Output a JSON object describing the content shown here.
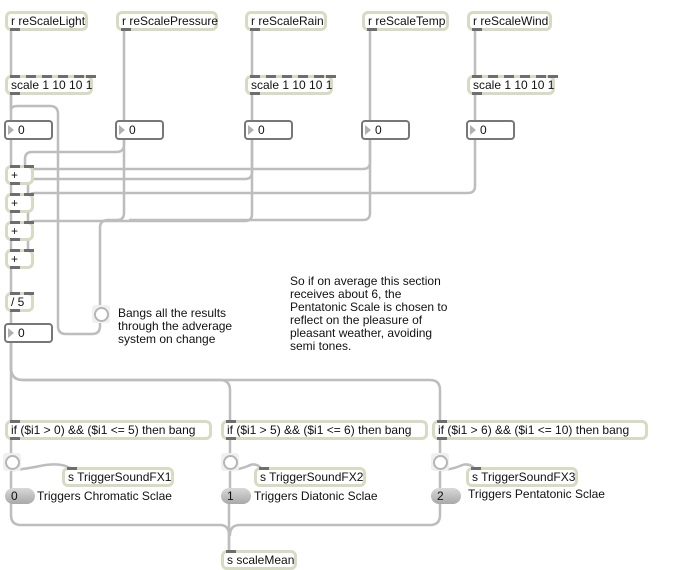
{
  "receivers": [
    {
      "label": "r reScaleLight"
    },
    {
      "label": "r reScalePressure"
    },
    {
      "label": "r reScaleRain"
    },
    {
      "label": "r reScaleTemp"
    },
    {
      "label": "r reScaleWind"
    }
  ],
  "scale_objects": [
    {
      "label": "scale 1 10 10 1"
    },
    {
      "label": "scale 1 10 10 1"
    },
    {
      "label": "scale 1 10 10 1"
    }
  ],
  "number_boxes": [
    {
      "value": "0"
    },
    {
      "value": "0"
    },
    {
      "value": "0"
    },
    {
      "value": "0"
    },
    {
      "value": "0"
    }
  ],
  "adders": [
    {
      "label": "+"
    },
    {
      "label": "+"
    },
    {
      "label": "+"
    },
    {
      "label": "+"
    }
  ],
  "divider": {
    "label": "/ 5"
  },
  "average_number": {
    "value": "0"
  },
  "bang_comment": "Bangs all the results through the adverage system on change",
  "explanation_comment": "So if on average this section receives about 6, the Pentatonic Scale is chosen to reflect on the pleasure of pleasant weather, avoiding semi tones.",
  "conditions": [
    {
      "label": "if ($i1 > 0) && ($i1 <= 5) then bang",
      "send": "s TriggerSoundFX1",
      "message": "0",
      "comment": "Triggers Chromatic Sclae"
    },
    {
      "label": "if ($i1 > 5) && ($i1 <= 6) then bang",
      "send": "s TriggerSoundFX2",
      "message": "1",
      "comment": "Triggers Diatonic Sclae"
    },
    {
      "label": "if ($i1 > 6) && ($i1 <= 10) then bang",
      "send": "s TriggerSoundFX3",
      "message": "2",
      "comment": "Triggers Pentatonic Sclae"
    }
  ],
  "output_send": {
    "label": "s scaleMean"
  },
  "colors": {
    "object_border": "#d6dcc3",
    "patch_cord": "#b8b8b8",
    "inlet": "#6e6e6e"
  }
}
